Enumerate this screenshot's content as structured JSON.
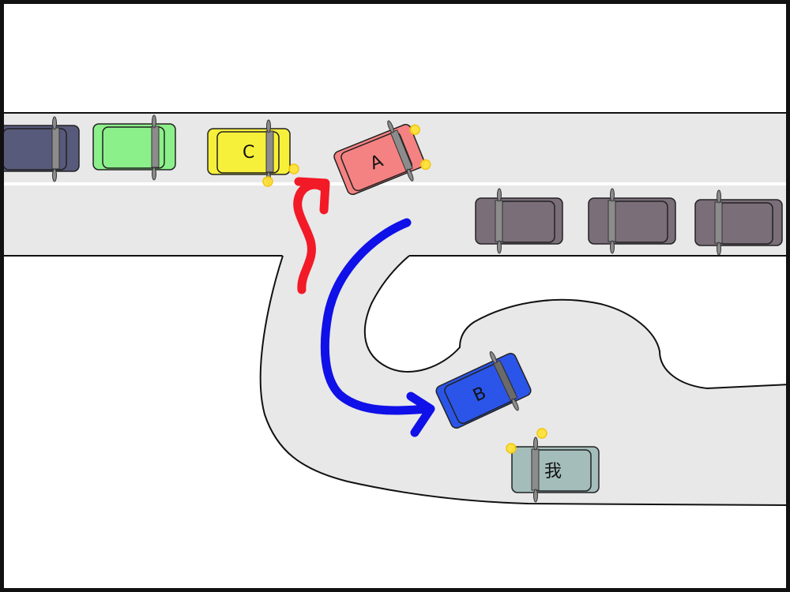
{
  "cars": {
    "c": {
      "label": "C",
      "body_color": "#f7f03a"
    },
    "a": {
      "label": "A",
      "body_color": "#f48282"
    },
    "b": {
      "label": "B",
      "body_color": "#2b55e8"
    },
    "me": {
      "label": "我",
      "body_color": "#a4bdbb"
    },
    "navy": {
      "body_color": "#575a7a"
    },
    "green": {
      "body_color": "#8cf08a"
    },
    "parked": {
      "body_color": "#7a6e78"
    }
  },
  "arrows": {
    "red": {
      "color": "#f21a26"
    },
    "blue": {
      "color": "#1010e8"
    }
  }
}
